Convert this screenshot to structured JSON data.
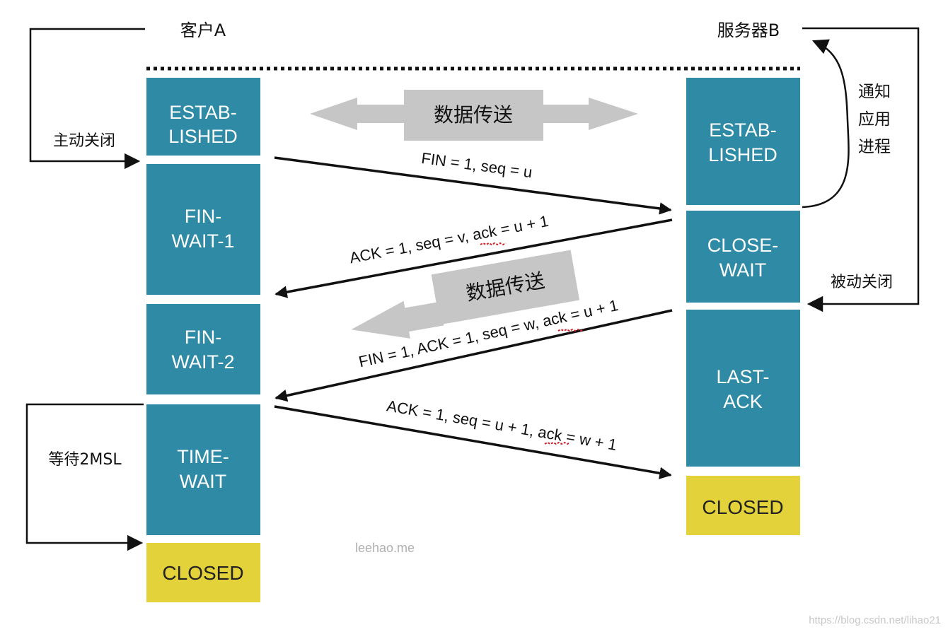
{
  "client": {
    "title": "客户A"
  },
  "server": {
    "title": "服务器B"
  },
  "client_states": {
    "established": [
      "ESTAB-",
      "LISHED"
    ],
    "fin_wait_1": [
      "FIN-",
      "WAIT-1"
    ],
    "fin_wait_2": [
      "FIN-",
      "WAIT-2"
    ],
    "time_wait": [
      "TIME-",
      "WAIT"
    ],
    "closed": "CLOSED"
  },
  "server_states": {
    "established": [
      "ESTAB-",
      "LISHED"
    ],
    "close_wait": [
      "CLOSE-",
      "WAIT"
    ],
    "last_ack": [
      "LAST-",
      "ACK"
    ],
    "closed": "CLOSED"
  },
  "side_labels": {
    "active_close": "主动关闭",
    "passive_close": "被动关闭",
    "notify_app": [
      "通知",
      "应用",
      "进程"
    ],
    "wait_2msl": "等待2MSL"
  },
  "data_transfer": {
    "label_top": "数据传送",
    "label_mid": "数据传送"
  },
  "messages": {
    "m1": "FIN = 1, seq = u",
    "m2": "ACK = 1, seq = v, ack = u + 1",
    "m3": "FIN = 1, ACK = 1, seq = w, ack = u + 1",
    "m4": "ACK = 1, seq = u + 1, ack = w  + 1"
  },
  "watermarks": {
    "center": "leehao.me",
    "corner": "https://blog.csdn.net/lihao21"
  },
  "colors": {
    "state_box": "#2f8aa5",
    "closed_box": "#e3d23a",
    "gray_arrow": "#c6c6c6",
    "line": "#111111",
    "spellcheck": "#d0202a"
  }
}
